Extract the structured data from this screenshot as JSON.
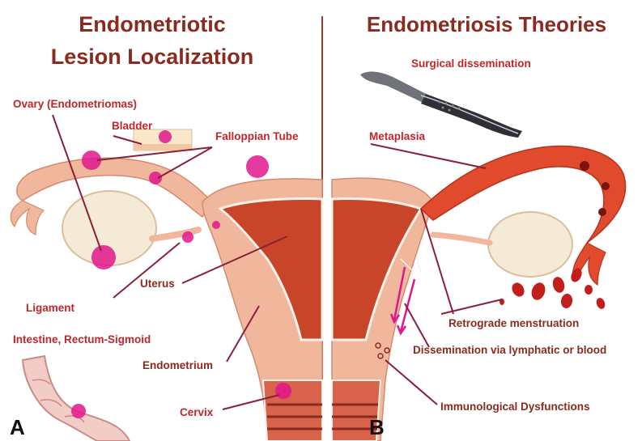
{
  "panel_a": {
    "title_line1": "Endometriotic",
    "title_line2": "Lesion Localization",
    "letter": "A",
    "labels": {
      "ovary": "Ovary (Endometriomas)",
      "bladder": "Bladder",
      "fallopian_tube": "Falloppian Tube",
      "uterus": "Uterus",
      "ligament": "Ligament",
      "intestine": "Intestine, Rectum-Sigmoid",
      "endometrium": "Endometrium",
      "cervix": "Cervix"
    }
  },
  "panel_b": {
    "title": "Endometriosis Theories",
    "letter": "B",
    "labels": {
      "surgical": "Surgical dissemination",
      "metaplasia": "Metaplasia",
      "retrograde": "Retrograde menstruation",
      "dissemination": "Dissemination via lymphatic or blood",
      "immunological": "Immunological Dysfunctions"
    }
  },
  "colors": {
    "title": "#8b2a1e",
    "label": "#c0262b",
    "lesion": "#e0168c",
    "tissue": "#f1b79c",
    "uterine_lining": "#c9452a",
    "divider": "#a23a2c"
  }
}
